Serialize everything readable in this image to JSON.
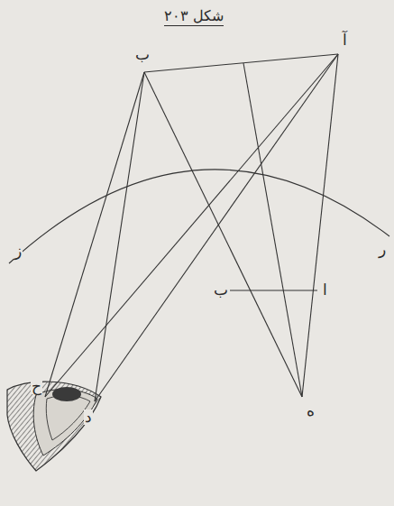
{
  "diagram": {
    "title": "شكل ٢٠٣",
    "labels": [
      "ب",
      "آ",
      "ز",
      "ر",
      "ا",
      "ب",
      "ه",
      "ح",
      "د"
    ]
  }
}
